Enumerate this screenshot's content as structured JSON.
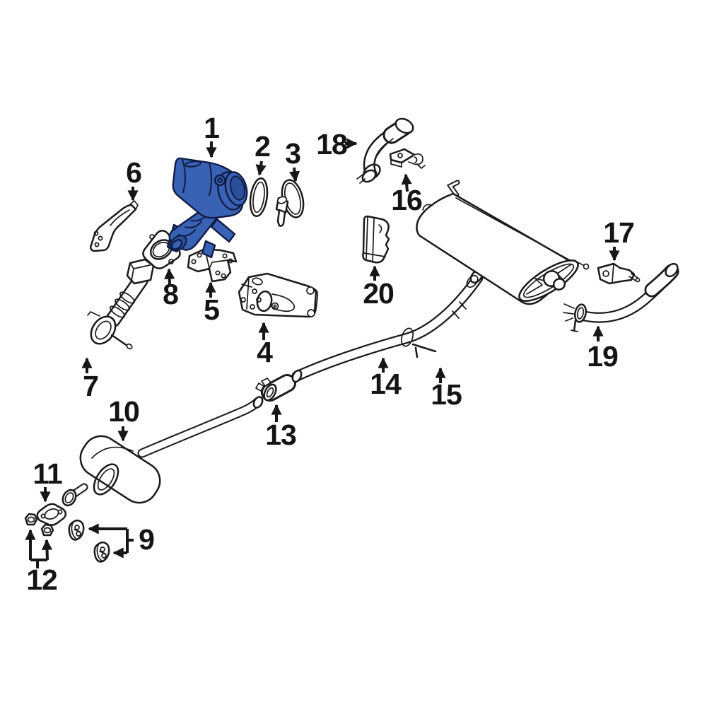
{
  "diagram": {
    "type": "exploded-parts-diagram",
    "subject": "exhaust-system",
    "background_color": "#ffffff",
    "line_color": "#1a1a1a",
    "highlight_color": "#3a62b4",
    "highlight_outline_color": "#0f1c45",
    "highlighted_callout": "1",
    "callouts": [
      {
        "number": "1",
        "part": "catalytic-converter"
      },
      {
        "number": "2",
        "part": "gasket-ring"
      },
      {
        "number": "3",
        "part": "clamp"
      },
      {
        "number": "4",
        "part": "support-bracket"
      },
      {
        "number": "5",
        "part": "mount-bracket"
      },
      {
        "number": "6",
        "part": "heat-shield-bracket"
      },
      {
        "number": "7",
        "part": "front-pipe"
      },
      {
        "number": "8",
        "part": "flange-gasket"
      },
      {
        "number": "9",
        "part": "rubber-hangers"
      },
      {
        "number": "10",
        "part": "center-muffler"
      },
      {
        "number": "11",
        "part": "flange-gasket"
      },
      {
        "number": "12",
        "part": "nuts"
      },
      {
        "number": "13",
        "part": "clamp-sleeve"
      },
      {
        "number": "14",
        "part": "center-pipe"
      },
      {
        "number": "15",
        "part": "rubber-hanger"
      },
      {
        "number": "16",
        "part": "hanger-bracket"
      },
      {
        "number": "17",
        "part": "hanger-bracket"
      },
      {
        "number": "18",
        "part": "rear-pipe"
      },
      {
        "number": "19",
        "part": "tailpipe"
      },
      {
        "number": "20",
        "part": "bracket"
      }
    ]
  }
}
